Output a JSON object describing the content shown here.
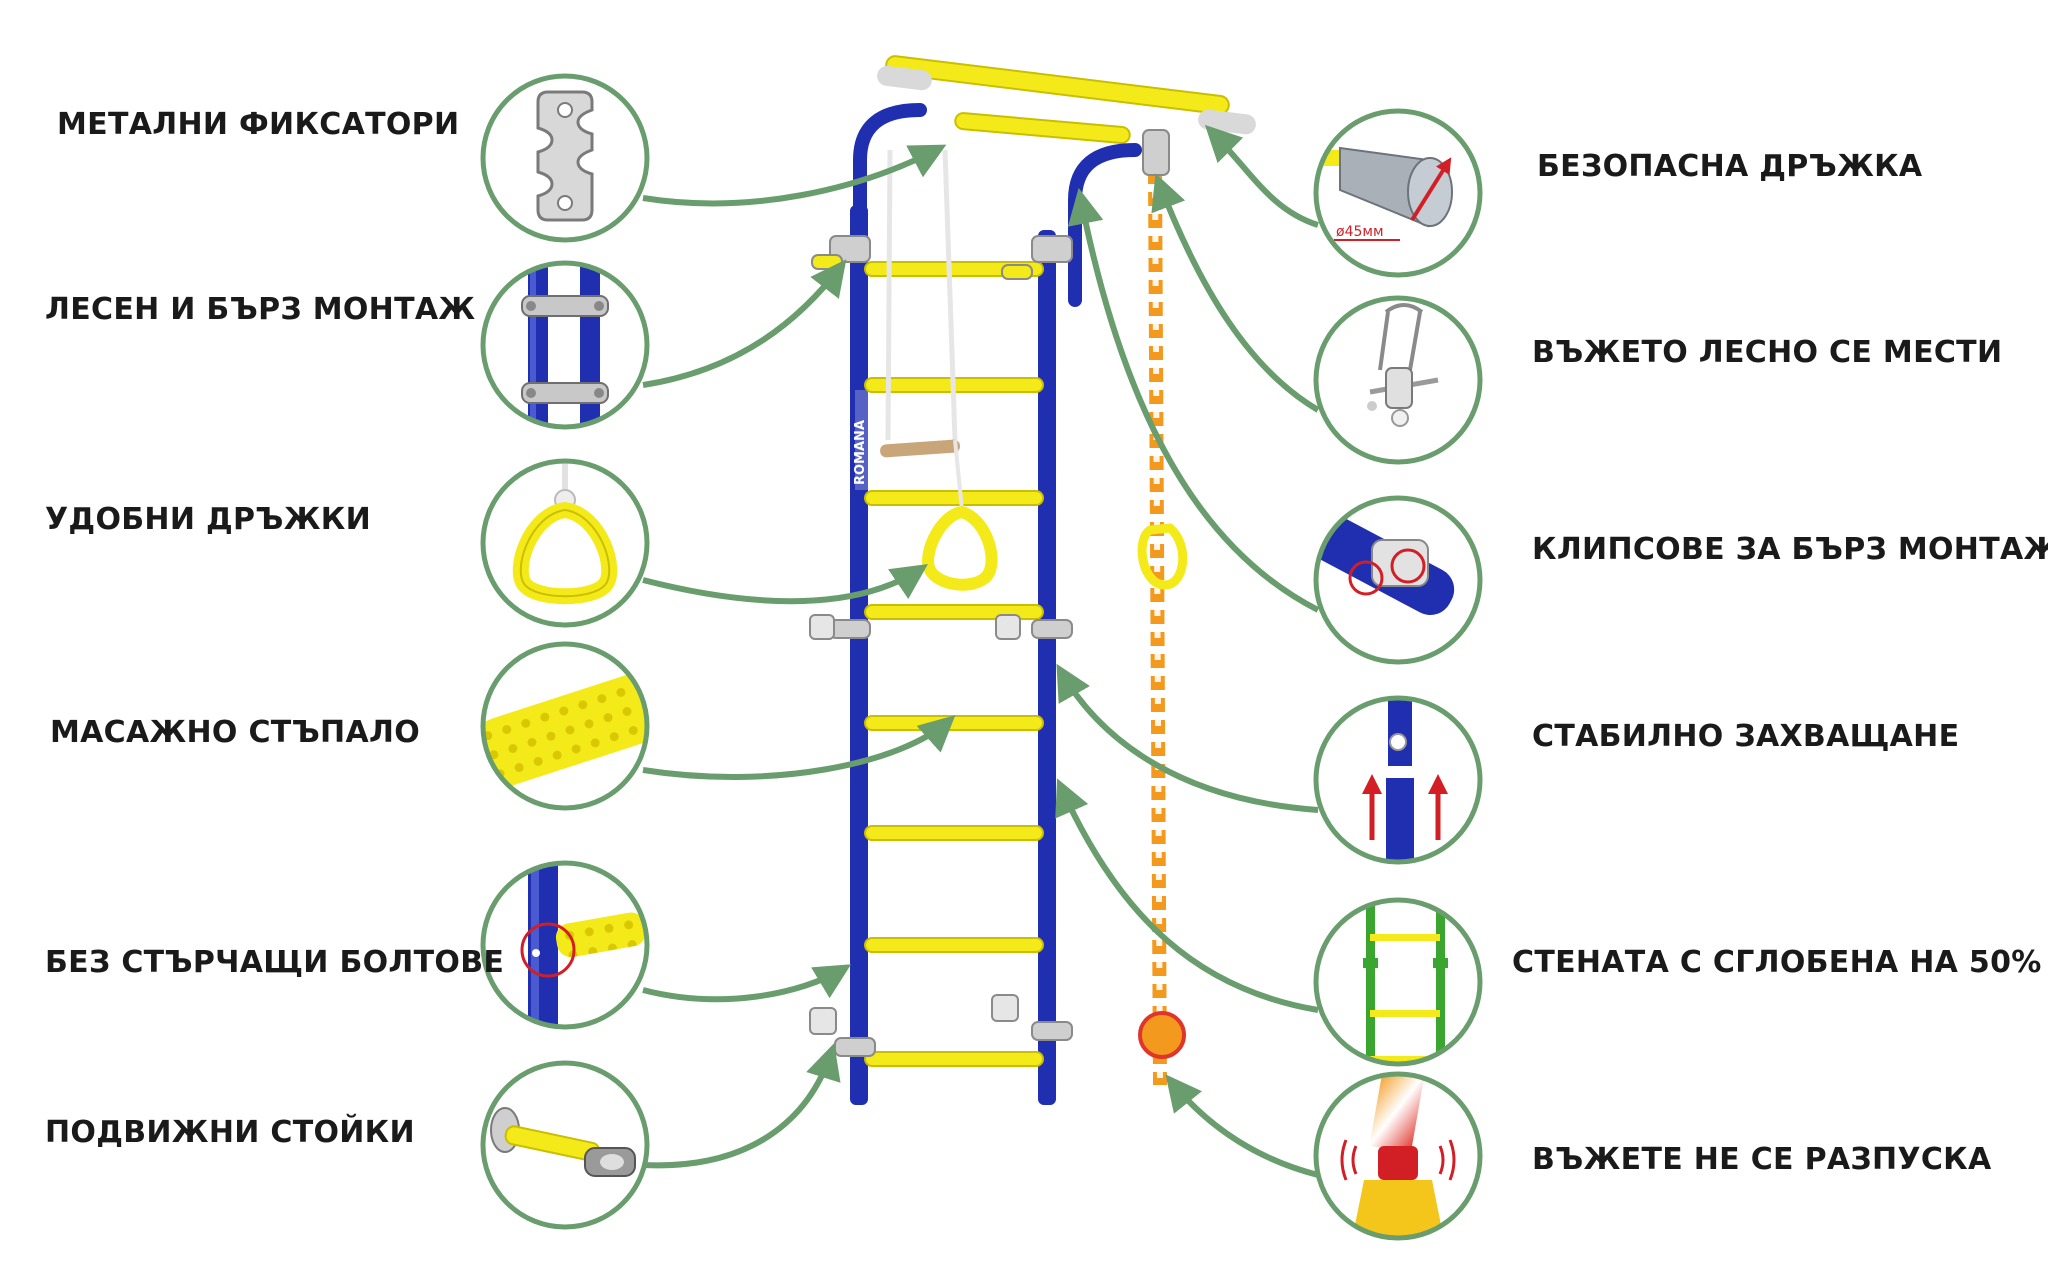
{
  "labels": {
    "metal_fixators": "МЕТАЛНИ ФИКСАТОРИ",
    "easy_mount": "ЛЕСЕН И БЪРЗ МОНТАЖ",
    "comfortable_handles": "УДОБНИ ДРЪЖКИ",
    "massage_step": "МАСАЖНО СТЪПАЛО",
    "no_bolts": "БЕЗ СТЪРЧАЩИ БОЛТОВЕ",
    "movable_stands": "ПОДВИЖНИ СТОЙКИ",
    "safe_handle": "БЕЗОПАСНА ДРЪЖКА",
    "rope_moves": "ВЪЖЕТО ЛЕСНО СЕ МЕСТИ",
    "clips": "КЛИПСОВЕ ЗА БЪРЗ МОНТАЖ",
    "stable_grip": "СТАБИЛНО ЗАХВАЩАНЕ",
    "wall_assembled": "СТЕНАТА С СГЛОБЕНА НА 50%",
    "rope_no_unravel": "ВЪЖЕТЕ НЕ СЕ РАЗПУСКА"
  },
  "brand": "ROMANA",
  "diameter_label": "ø45мм",
  "colors": {
    "frame_blue": "#1f2fb0",
    "rung_yellow": "#f4ea1a",
    "circle_border": "#6a9d6e",
    "arrow_green": "#6a9d6e",
    "text": "#1a1a1a",
    "rope_orange": "#f39a1e",
    "rope_red": "#e0352b",
    "indicator_red": "#d21f26",
    "ladder_green": "#3aa52f"
  },
  "icons": [
    "metal-fixator-icon",
    "mounting-clamps-icon",
    "gymnastic-ring-icon",
    "massage-rung-icon",
    "hidden-bolt-icon",
    "movable-stand-icon",
    "safe-handle-icon",
    "rope-hook-icon",
    "clip-icon",
    "stable-grip-arrows-icon",
    "half-assembled-wall-icon",
    "rope-knot-icon"
  ]
}
